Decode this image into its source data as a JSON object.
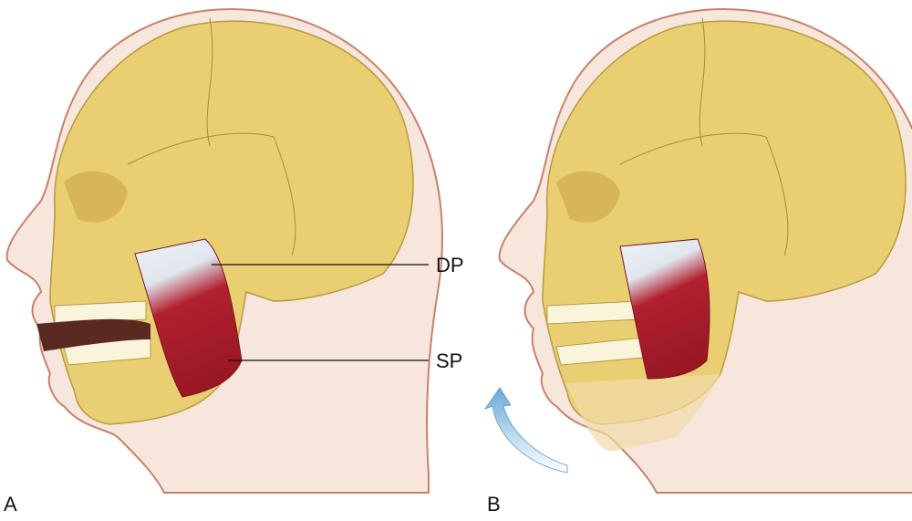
{
  "labels": {
    "deep_part": "DP",
    "superficial_part": "SP",
    "panel_a": "A",
    "panel_b": "B"
  },
  "colors": {
    "skin": "#f6e6dc",
    "skin_outline": "#c9806a",
    "bone": "#e9cf72",
    "bone_shadow": "#c9a548",
    "muscle": "#b2202e",
    "tendon": "#e6ecf2",
    "arrow": "#7fb6e0"
  }
}
